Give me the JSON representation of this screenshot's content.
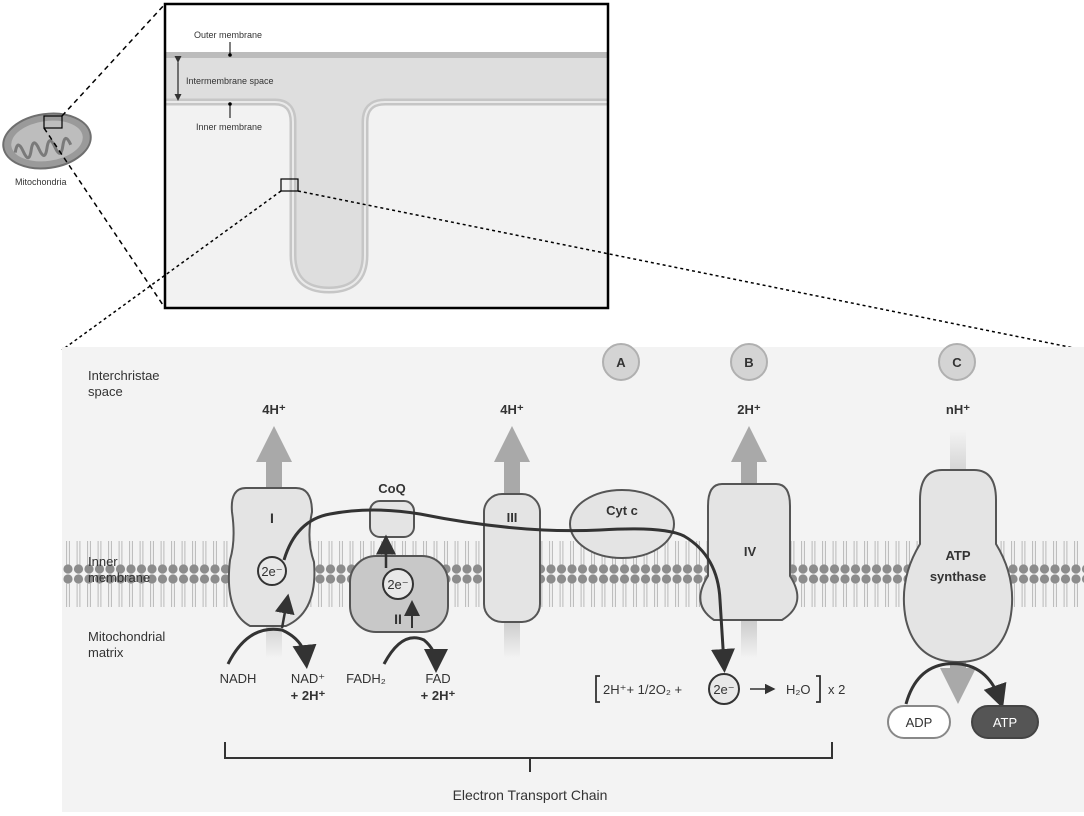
{
  "colors": {
    "membrane_head": "#8c8c8c",
    "protein_fill": "#e4e4e4",
    "protein_stroke": "#555555",
    "complex_ii_fill": "#c8c8c8",
    "arrow_gray": "#a9a9a9",
    "atp_fill": "#555555",
    "background_band": "#f3f3f3",
    "circle_label_fill": "#d4d4d4"
  },
  "inset": {
    "organelle_label": "Mitochondria",
    "outer_membrane": "Outer membrane",
    "intermembrane_space": "Intermembrane space",
    "inner_membrane": "Inner membrane"
  },
  "regions": {
    "interchristae_1": "Interchristae",
    "interchristae_2": "space",
    "inner_1": "Inner",
    "inner_2": "membrane",
    "matrix_1": "Mitochondrial",
    "matrix_2": "matrix"
  },
  "complexes": {
    "c1": "I",
    "c2": "II",
    "c3": "III",
    "c4": "IV",
    "coq": "CoQ",
    "cytc": "Cyt c",
    "atp_synthase_1": "ATP",
    "atp_synthase_2": "synthase"
  },
  "protons": {
    "p1": "4H⁺",
    "p3": "4H⁺",
    "p4": "2H⁺",
    "p5": "nH⁺"
  },
  "markers": {
    "a": "A",
    "b": "B",
    "c": "C"
  },
  "electrons": {
    "e1": "2e⁻",
    "e2": "2e⁻",
    "e3": "2e⁻"
  },
  "substrates": {
    "nadh": "NADH",
    "nad_1": "NAD⁺",
    "nad_2": "+ 2H⁺",
    "fadh2": "FADH₂",
    "fad_1": "FAD",
    "fad_2": "+ 2H⁺",
    "adp": "ADP",
    "atp": "ATP"
  },
  "reaction": {
    "left": "2H⁺+ 1/2O₂ +",
    "product": "H₂O",
    "multiplier": "x 2"
  },
  "chain_label": "Electron Transport Chain"
}
